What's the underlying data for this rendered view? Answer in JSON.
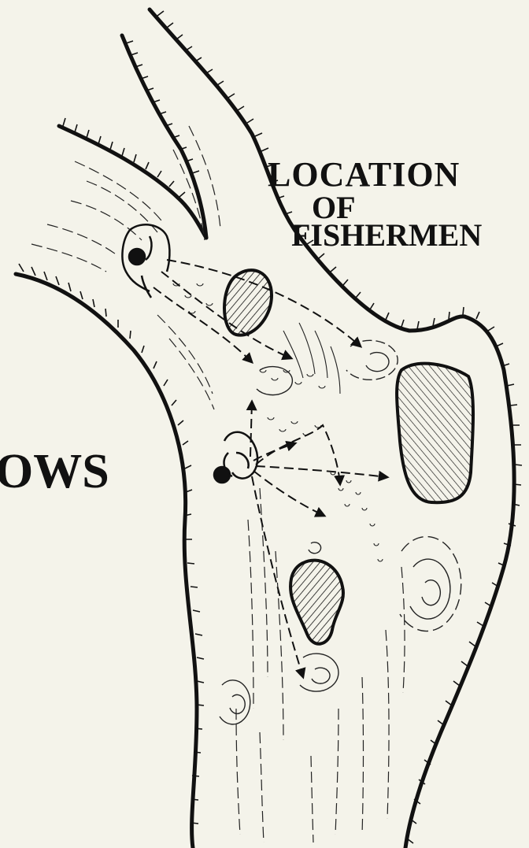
{
  "title": {
    "line1": "LOCATION",
    "line2": "OF",
    "line3": "FISHERMEN"
  },
  "side_text": "OWS",
  "colors": {
    "paper": "#f4f3ea",
    "ink": "#111111"
  },
  "icons": [
    "fisherman-upstream-icon",
    "fisherman-midstream-icon",
    "rock-icon",
    "eddy-icon",
    "cast-arrow-icon"
  ]
}
